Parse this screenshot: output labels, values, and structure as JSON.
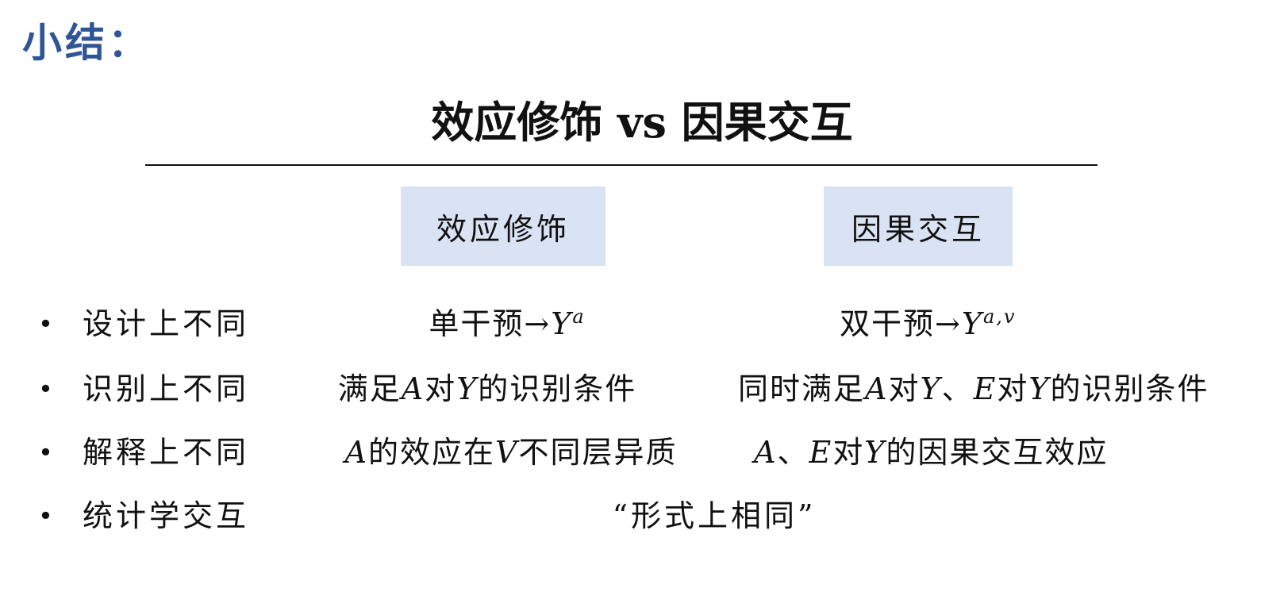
{
  "section_title": "小结：",
  "main_title": "效应修饰 vs 因果交互",
  "columns": [
    "效应修饰",
    "因果交互"
  ],
  "rows": [
    {
      "bullet": "•",
      "label": "设计上不同",
      "left": {
        "pre": "单干预→",
        "var": "Y",
        "sup": "a"
      },
      "right": {
        "pre": "双干预→",
        "var": "Y",
        "sup": "a,v"
      }
    },
    {
      "bullet": "•",
      "label": "识别上不同",
      "left": {
        "t1": "满足",
        "v1": "A",
        "t2": "对",
        "v2": "Y",
        "t3": "的识别条件"
      },
      "right": {
        "t1": "同时满足",
        "v1": "A",
        "t2": "对",
        "v2": "Y",
        "t3": "、",
        "v3": "E",
        "t4": "对",
        "v4": "Y",
        "t5": "的识别条件"
      }
    },
    {
      "bullet": "•",
      "label": "解释上不同",
      "left": {
        "v1": "A",
        "t1": "的效应在",
        "v2": "V",
        "t2": "不同层异质"
      },
      "right": {
        "v1": "A",
        "t1": "、",
        "v2": "E",
        "t2": "对",
        "v3": "Y",
        "t3": "的因果交互效应"
      }
    },
    {
      "bullet": "•",
      "label": "统计学交互",
      "span": "“形式上相同”"
    }
  ]
}
